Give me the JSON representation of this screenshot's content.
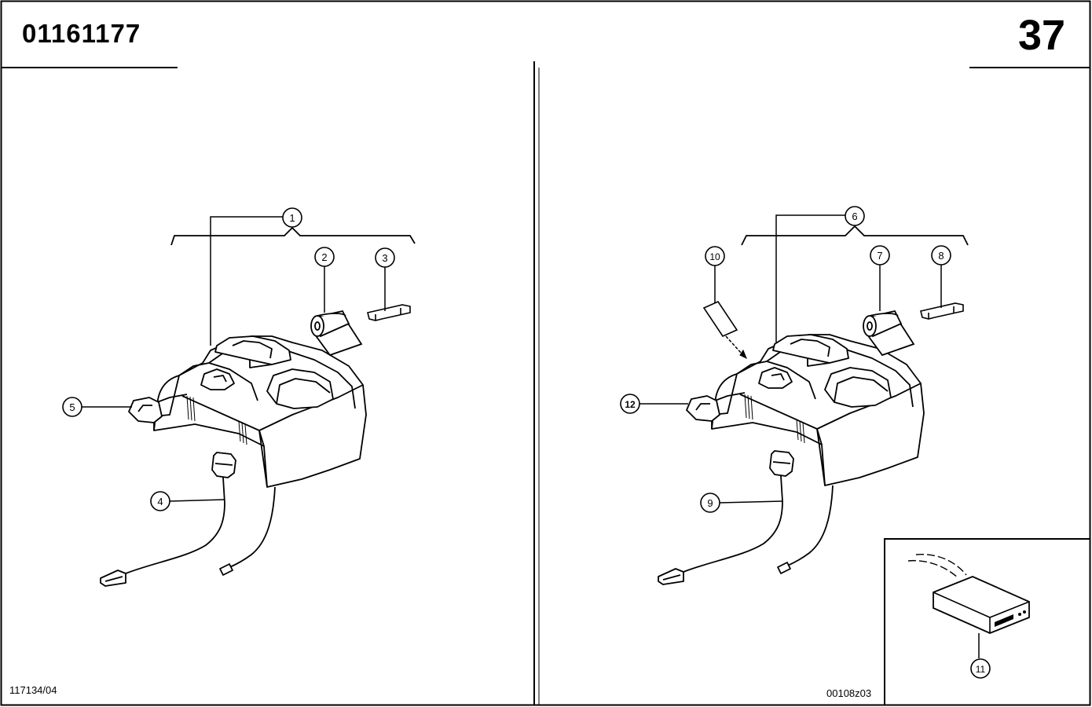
{
  "header": {
    "part_number": "01161177",
    "page_number": "37"
  },
  "left_panel": {
    "drawing_ref": "117134/04",
    "callouts": [
      "1",
      "2",
      "3",
      "4",
      "5"
    ]
  },
  "right_panel": {
    "drawing_ref": "00108z03",
    "callouts": [
      "6",
      "7",
      "8",
      "9",
      "10",
      "12"
    ]
  },
  "inset": {
    "callouts": [
      "11"
    ]
  }
}
